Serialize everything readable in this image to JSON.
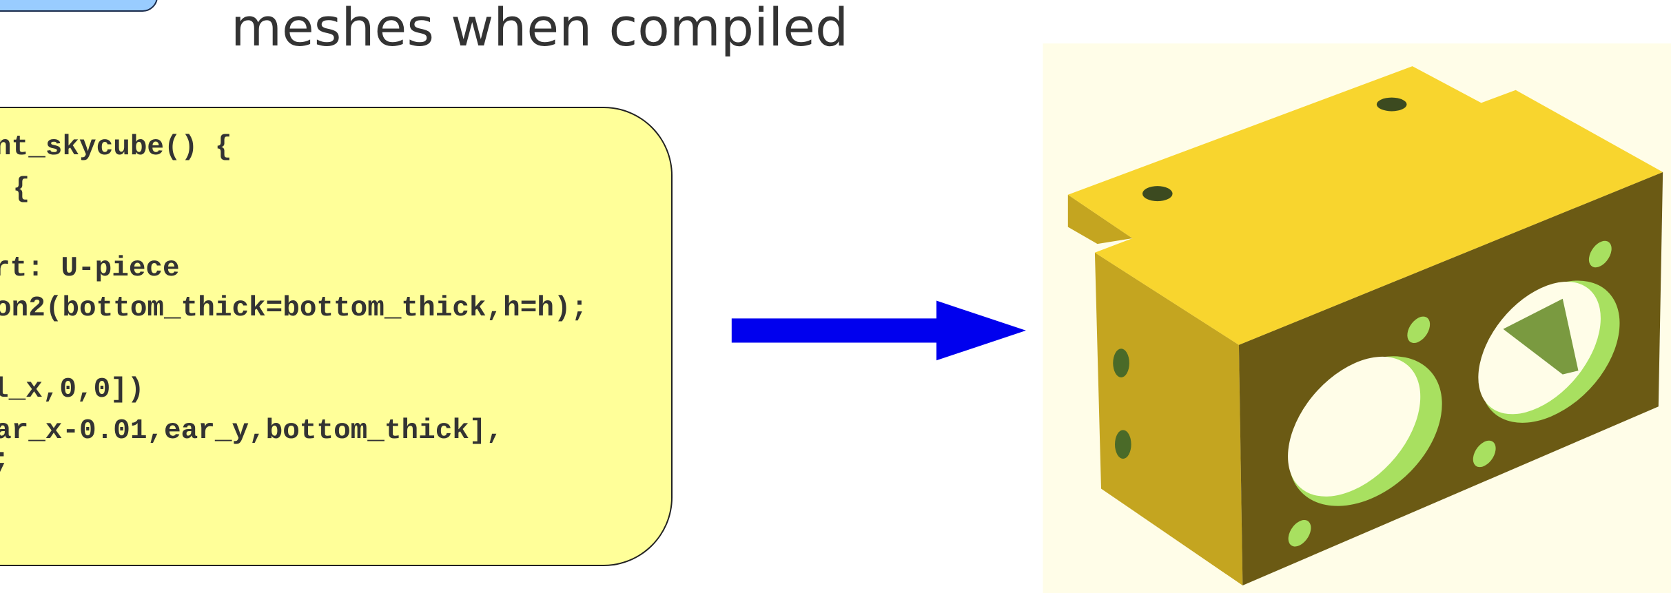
{
  "slide": {
    "title_line2": "meshes when compiled"
  },
  "code": {
    "lines": [
      "nt_skycube() {",
      " {",
      "rt: U-piece",
      "on2(bottom_thick=bottom_thick,h=h);",
      "l_x,0,0])",
      "ar_x-0.01,ear_y,bottom_thick],",
      ";"
    ]
  },
  "colors": {
    "code_bg": "#ffff99",
    "arrow": "#0000ee",
    "render_bg": "#fffde8",
    "top_face": "#f8d52e",
    "left_face": "#c4a520",
    "front_face": "#6b5a14",
    "hole_rim": "#a8e060"
  }
}
